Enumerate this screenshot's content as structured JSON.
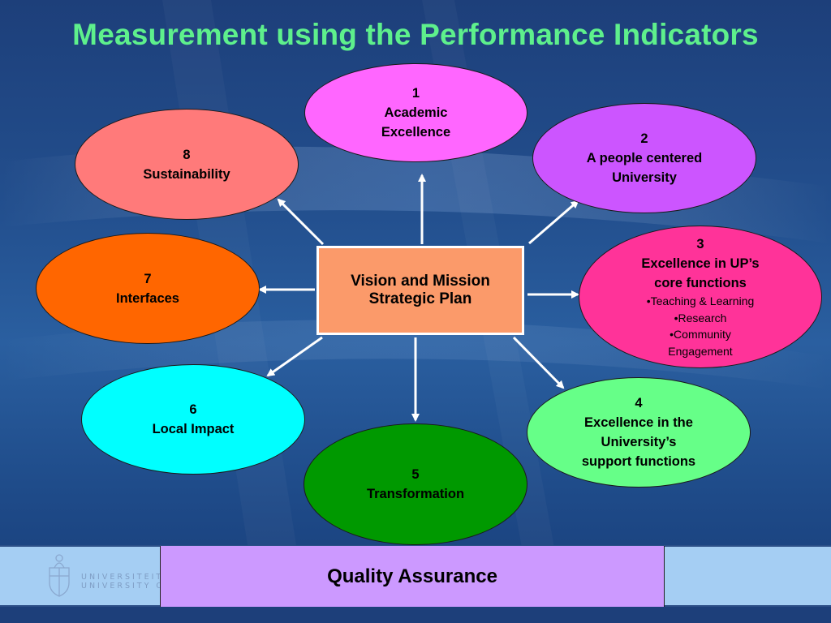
{
  "title": "Measurement using the Performance Indicators",
  "center": {
    "line1": "Vision and Mission",
    "line2": "Strategic Plan"
  },
  "nodes": [
    {
      "num": "1",
      "lines": [
        "Academic",
        "Excellence"
      ],
      "color": "#ff66ff"
    },
    {
      "num": "2",
      "lines": [
        "A people centered",
        "University"
      ],
      "color": "#cc55ff"
    },
    {
      "num": "3",
      "lines": [
        "Excellence in UP’s",
        "core functions"
      ],
      "sub": [
        "•Teaching & Learning",
        "•Research",
        "•Community",
        "Engagement"
      ],
      "color": "#ff3399"
    },
    {
      "num": "4",
      "lines": [
        "Excellence in the",
        "University’s",
        "support functions"
      ],
      "color": "#66ff88"
    },
    {
      "num": "5",
      "lines": [
        "Transformation"
      ],
      "color": "#009900"
    },
    {
      "num": "6",
      "lines": [
        "Local Impact"
      ],
      "color": "#00ffff"
    },
    {
      "num": "7",
      "lines": [
        "Interfaces"
      ],
      "color": "#ff6600"
    },
    {
      "num": "8",
      "lines": [
        "Sustainability"
      ],
      "color": "#ff7a7a"
    }
  ],
  "footer": {
    "label": "Quality Assurance",
    "logo_text_line1": "UNIVERSITEIT VAN PRETORIA",
    "logo_text_line2": "UNIVERSITY OF PRETORIA"
  },
  "colors": {
    "title": "#5ef08c",
    "center_box": "#fb9a6a",
    "footer_band": "#a5cef3",
    "footer_label_box": "#cc99ff",
    "background": "#23508f"
  }
}
